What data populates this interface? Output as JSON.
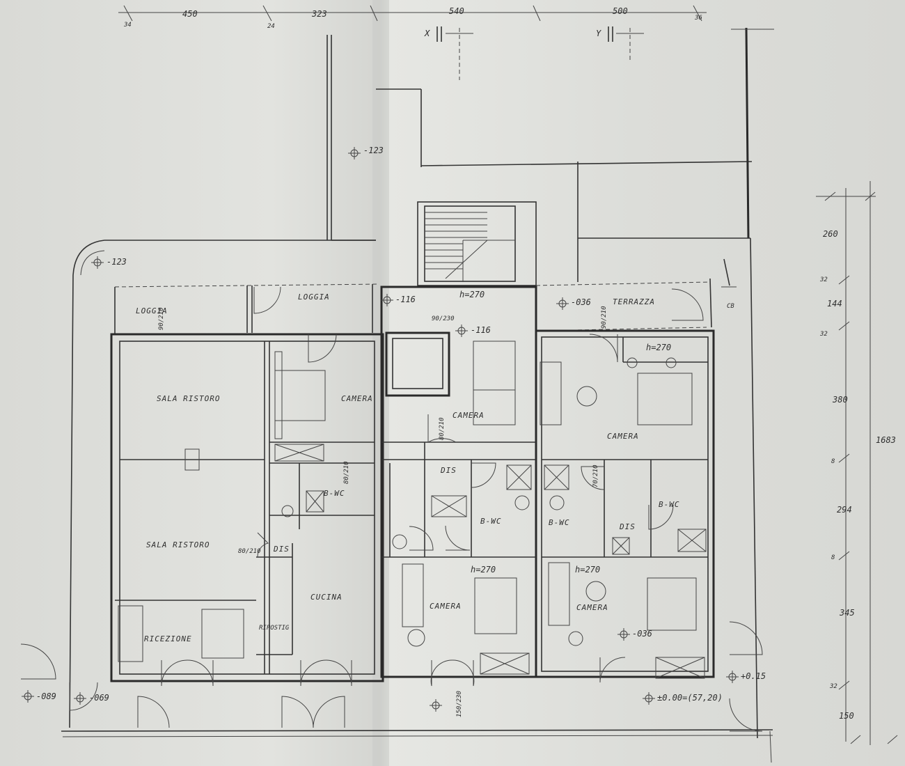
{
  "drawing": {
    "top_dimensions": [
      "450",
      "323",
      "540",
      "500"
    ],
    "top_small_dimensions": [
      "34",
      "24",
      "36"
    ],
    "section_marks": [
      "X",
      "Y"
    ],
    "right_total_dimension": "1683",
    "right_dimensions": [
      "260",
      "32",
      "144",
      "32",
      "380",
      "8",
      "294",
      "8",
      "345",
      "32",
      "150"
    ],
    "rooms": {
      "loggia_left": "LOGGIA",
      "loggia_center": "LOGGIA",
      "terrazza": "TERRAZZA",
      "sala_ristoro_top": "SALA RISTORO",
      "sala_ristoro_bottom": "SALA RISTORO",
      "ricezione": "RICEZIONE",
      "cucina": "CUCINA",
      "dis_left": "DIS",
      "dis_center": "DIS",
      "dis_right": "DIS",
      "camera_1": "CAMERA",
      "camera_2": "CAMERA",
      "camera_3": "CAMERA",
      "camera_4": "CAMERA",
      "camera_5": "CAMERA",
      "bwc_1": "B-WC",
      "bwc_2": "B-WC",
      "bwc_3": "B-WC",
      "bwc_4": "B-WC",
      "ripostiglio": "RIPOSTIG"
    },
    "levels": {
      "l1": "-123",
      "l2": "-123",
      "l3": "-116",
      "l4": "-116",
      "l5": "-036",
      "l6": "-036",
      "l7": "-089",
      "l8": "-069",
      "l9": "+0.15",
      "l10": "±0.00=(57,20)"
    },
    "heights": [
      "h=270",
      "h=270",
      "h=270",
      "h=270"
    ],
    "door_sizes": [
      "90/210",
      "80/210",
      "90/230",
      "80/210",
      "80/210",
      "90/210",
      "70/210",
      "150/230"
    ],
    "cb_label": "CB"
  }
}
